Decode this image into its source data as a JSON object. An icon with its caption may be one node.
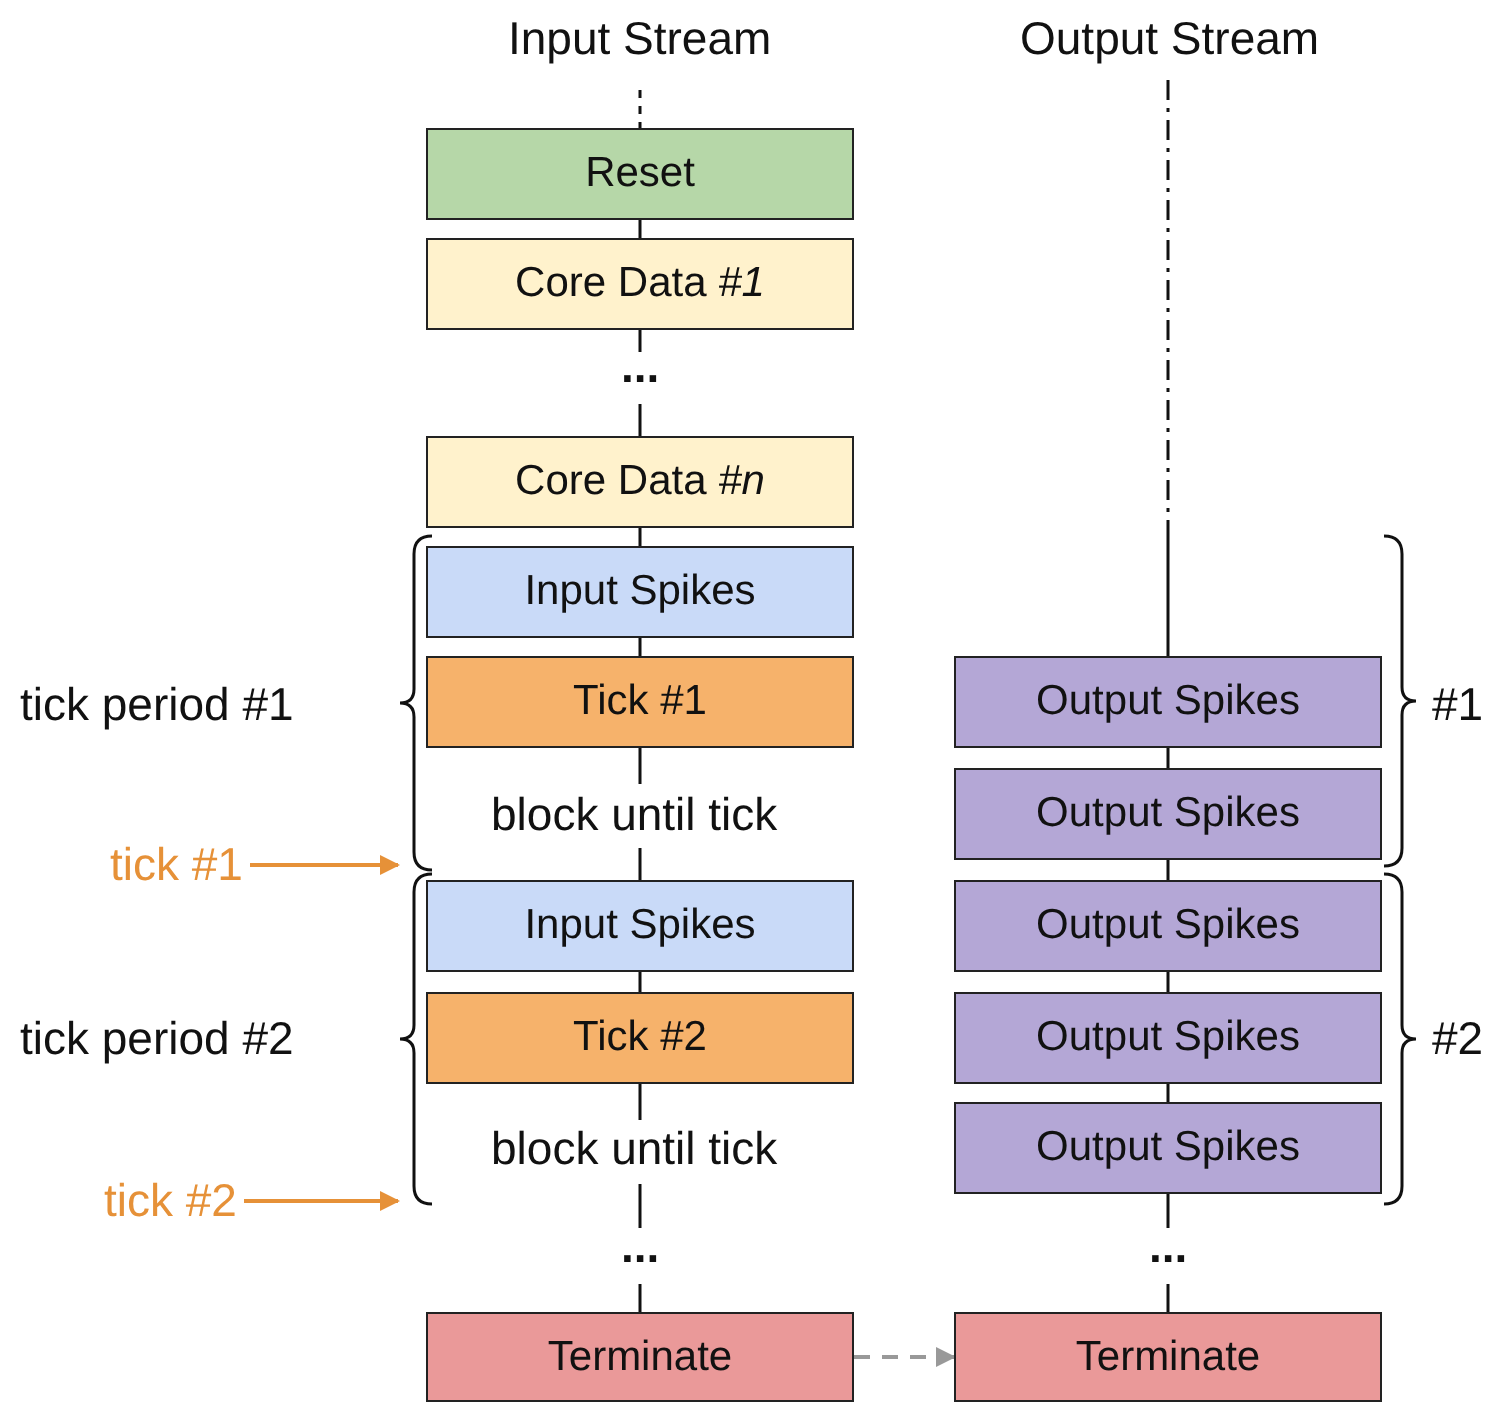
{
  "diagram": {
    "nodes": [
      {
        "text": [
          "Reset"
        ]
      },
      {
        "text": [
          "Core Data *#1*"
        ]
      },
      {
        "text": [
          "Core Data *#n*"
        ]
      },
      {
        "text": [
          "Input Spikes"
        ]
      },
      {
        "text": [
          "Tick #1"
        ]
      },
      {
        "text": [
          "Input Spikes"
        ]
      },
      {
        "text": [
          "Tick #2"
        ]
      },
      {
        "text": [
          "Terminate"
        ]
      },
      {
        "text": [
          "Output Spikes"
        ]
      },
      {
        "text": [
          "Output Spikes"
        ]
      },
      {
        "text": [
          "Output Spikes"
        ]
      },
      {
        "text": [
          "Output Spikes"
        ]
      },
      {
        "text": [
          "Output Spikes"
        ]
      },
      {
        "text": [
          "Terminate"
        ]
      },
      {
        "text": [
          "tick #1"
        ]
      },
      {
        "text": [
          "tick #2"
        ]
      },
      {
        "text": [],
        "shape": "brace"
      },
      {
        "text": [],
        "shape": "brace"
      },
      {
        "text": [],
        "shape": "brace"
      },
      {
        "text": [],
        "shape": "brace"
      }
    ],
    "edges": [
      {
        "from": 14,
        "to": 16,
        "arrow": "to",
        "color": "#e69138"
      },
      {
        "from": 15,
        "to": 17,
        "arrow": "to",
        "color": "#e69138"
      },
      {
        "from": 7,
        "to": 13,
        "arrow": "to",
        "style": "dashed",
        "color": "#999999"
      }
    ],
    "labels": [
      "Input Stream",
      "Output Stream",
      "...",
      "tick period #1",
      "#1",
      "block until tick",
      "tick period #2",
      "#2",
      "block until tick",
      "...",
      "..."
    ]
  }
}
